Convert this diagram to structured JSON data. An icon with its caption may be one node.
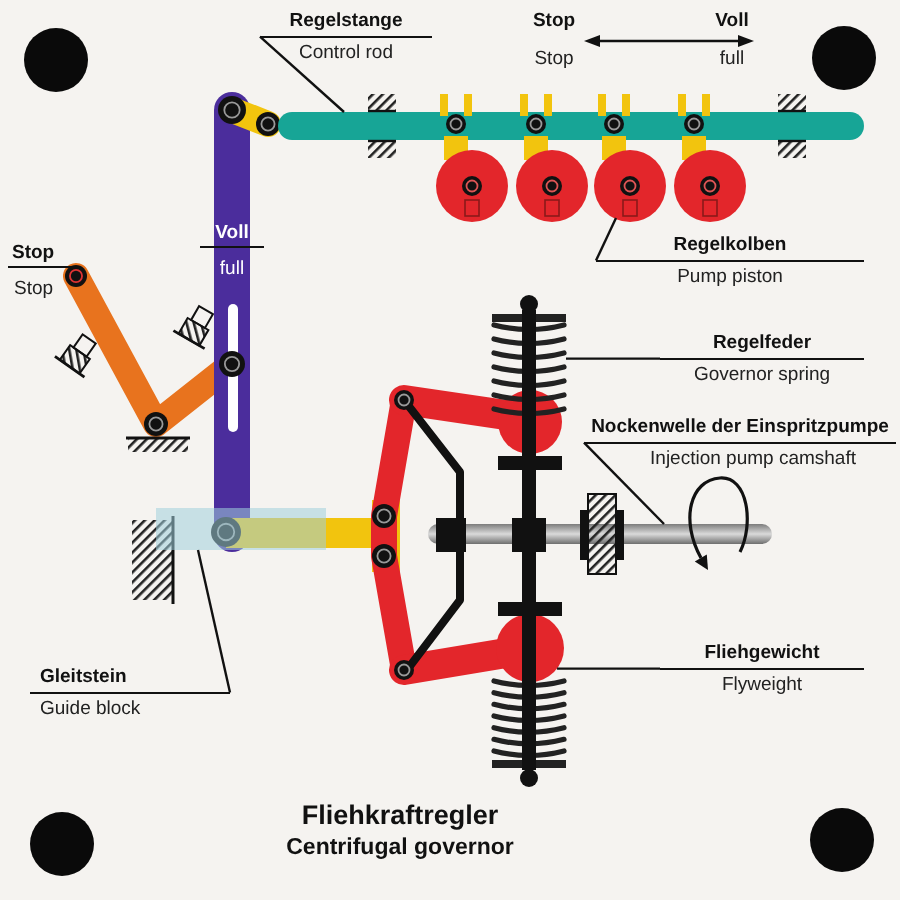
{
  "diagram": {
    "title": "Fliehkraftregler",
    "caption": "Centrifugal governor",
    "nodes": [
      {
        "text": [
          "Regelstange",
          "Control rod"
        ]
      },
      {
        "text": [],
        "shape": "bar"
      },
      {
        "text": [],
        "shape": "circle"
      },
      {
        "text": [],
        "shape": "circle"
      },
      {
        "text": [],
        "shape": "circle"
      },
      {
        "text": [],
        "shape": "circle"
      },
      {
        "text": [
          "Regelkolben",
          "Pump piston"
        ]
      },
      {
        "text": [
          "Regelfeder",
          "Governor spring"
        ]
      },
      {
        "text": [],
        "shape": "picture"
      },
      {
        "text": [
          "Nockenwelle der Einspritzpumpe",
          "Injection pump camshaft"
        ]
      },
      {
        "text": [],
        "shape": "bar"
      },
      {
        "text": [
          "Fliehgewicht",
          "Flyweight"
        ]
      },
      {
        "text": [],
        "shape": "circle"
      },
      {
        "text": [
          "Gleitstein",
          "Guide block"
        ]
      },
      {
        "text": [],
        "shape": "box"
      }
    ],
    "edges": [
      {
        "from": 0,
        "to": 1,
        "arrow": "none"
      },
      {
        "from": 6,
        "to": 4,
        "arrow": "none"
      },
      {
        "from": 7,
        "to": 8,
        "arrow": "none"
      },
      {
        "from": 9,
        "to": 10,
        "arrow": "none"
      },
      {
        "from": 11,
        "to": 12,
        "arrow": "none"
      },
      {
        "from": 13,
        "to": 14,
        "arrow": "none"
      }
    ],
    "labels": [
      "Stop",
      "Voll",
      "Stop",
      "full",
      "Voll",
      "full",
      "Stop",
      "Stop"
    ]
  }
}
